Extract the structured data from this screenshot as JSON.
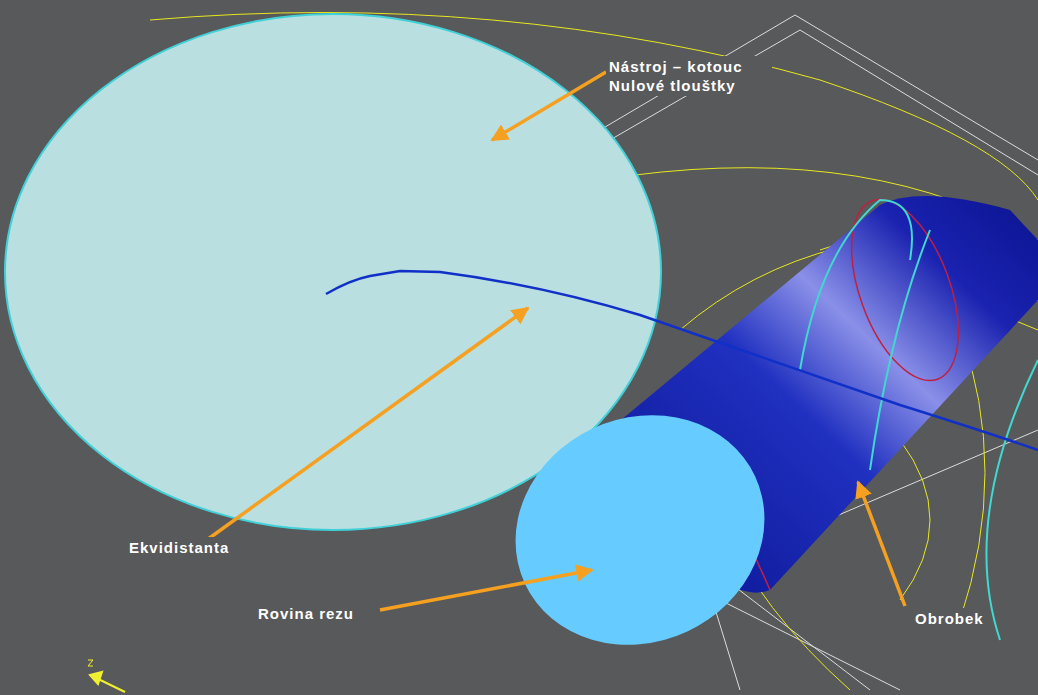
{
  "diagram": {
    "labels": [
      "Nástroj – kotouc Nulové tlouštky",
      "Ekvidistanta",
      "Rovina rezu",
      "Obrobek"
    ]
  }
}
